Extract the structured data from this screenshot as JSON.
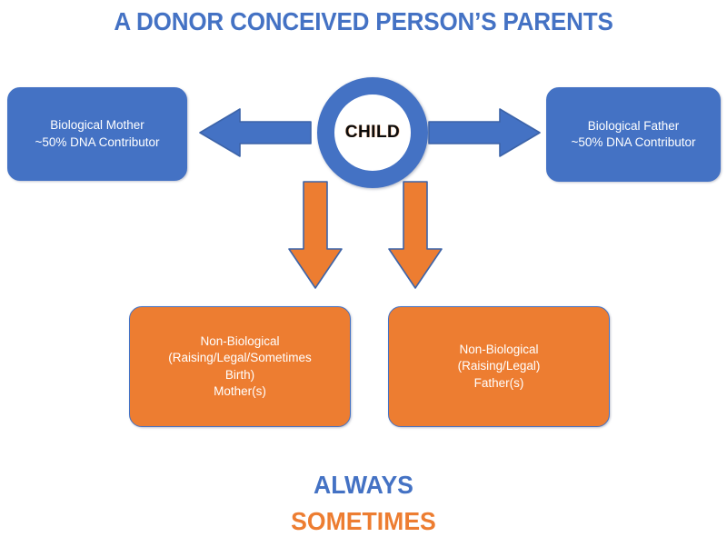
{
  "title": "A DONOR CONCEIVED PERSON’S PARENTS",
  "colors": {
    "blue": "#4472C4",
    "orange": "#ED7D31",
    "arrow_border_blue": "#3C63A8",
    "background": "#FFFFFF",
    "child_text": "#0C0C0C"
  },
  "child": {
    "label": "CHILD"
  },
  "nodes": {
    "bio_mother": {
      "lines": [
        "Biological Mother",
        "~50% DNA Contributor"
      ],
      "color": "blue"
    },
    "bio_father": {
      "lines": [
        "Biological Father",
        "~50% DNA Contributor"
      ],
      "color": "blue"
    },
    "nonbio_mother": {
      "lines": [
        "Non-Biological",
        "(Raising/Legal/Sometimes",
        "Birth)",
        "Mother(s)"
      ],
      "color": "orange"
    },
    "nonbio_father": {
      "lines": [
        "Non-Biological",
        "(Raising/Legal)",
        "Father(s)"
      ],
      "color": "orange"
    }
  },
  "arrows": [
    {
      "name": "arrow-to-biological-mother",
      "direction": "left",
      "color": "blue"
    },
    {
      "name": "arrow-to-biological-father",
      "direction": "right",
      "color": "blue"
    },
    {
      "name": "arrow-to-nonbiological-mother",
      "direction": "down",
      "color": "orange"
    },
    {
      "name": "arrow-to-nonbiological-father",
      "direction": "down",
      "color": "orange"
    }
  ],
  "legend": {
    "always": "ALWAYS",
    "sometimes": "SOMETIMES"
  }
}
